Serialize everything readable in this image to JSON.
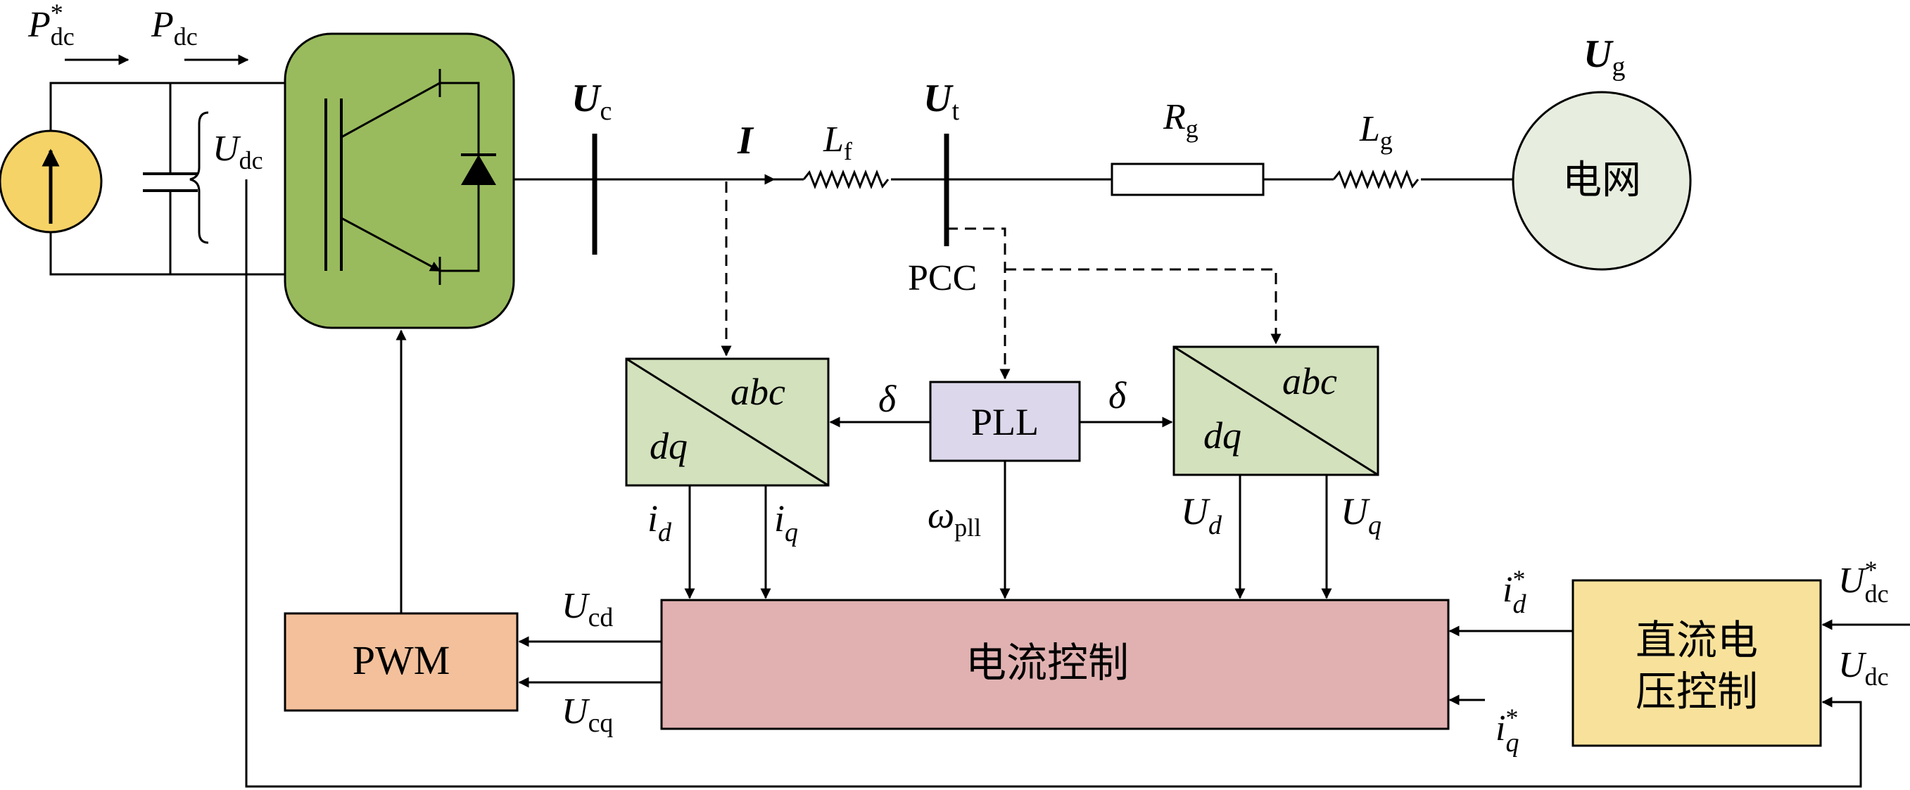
{
  "colors": {
    "source_fill": "#f6d366",
    "converter_fill": "#99bb5d",
    "grid_fill": "#e8eedf",
    "transform_fill": "#d3e1bd",
    "pll_fill": "#dcd7ea",
    "pwm_fill": "#f3c09b",
    "current_ctrl_fill": "#e1b1b1",
    "dc_ctrl_fill": "#f8e29b"
  },
  "icons": {
    "current_source": "current-source-icon",
    "capacitor": "capacitor-icon",
    "igbt_diode": "igbt-diode-icon",
    "inductor": "inductor-icon",
    "resistor": "resistor-icon"
  },
  "labels": {
    "pdc_ref": {
      "main": "P",
      "sub": "dc",
      "sup": "*"
    },
    "pdc": {
      "main": "P",
      "sub": "dc"
    },
    "udc_cap": {
      "main": "U",
      "sub": "dc"
    },
    "uc": {
      "main": "U",
      "sub": "c"
    },
    "current_i": "I",
    "lf": {
      "main": "L",
      "sub": "f"
    },
    "ut": {
      "main": "U",
      "sub": "t"
    },
    "rg": {
      "main": "R",
      "sub": "g"
    },
    "lg": {
      "main": "L",
      "sub": "g"
    },
    "ug": {
      "main": "U",
      "sub": "g"
    },
    "pcc": "PCC",
    "delta_left": "δ",
    "delta_right": "δ",
    "id_meas": {
      "main": "i",
      "sub": "d"
    },
    "iq_meas": {
      "main": "i",
      "sub": "q"
    },
    "omega_pll": {
      "main": "ω",
      "sub": "pll"
    },
    "ud_meas": {
      "main": "U",
      "sub": "d"
    },
    "uq_meas": {
      "main": "U",
      "sub": "q"
    },
    "ucd": {
      "main": "U",
      "sub": "cd"
    },
    "ucq": {
      "main": "U",
      "sub": "cq"
    },
    "id_ref": {
      "main": "i",
      "sub": "d",
      "sup": "*"
    },
    "iq_ref": {
      "main": "i",
      "sub": "q",
      "sup": "*"
    },
    "udc_ref_in": {
      "main": "U",
      "sub": "dc",
      "sup": "*"
    },
    "udc_in": {
      "main": "U",
      "sub": "dc"
    }
  },
  "blocks": {
    "grid": "电网",
    "pll": "PLL",
    "pwm": "PWM",
    "current_control": "电流控制",
    "dc_voltage_control": [
      "直流电",
      "压控制"
    ],
    "transform_left": {
      "top": "abc",
      "bottom": "dq"
    },
    "transform_right": {
      "top": "abc",
      "bottom": "dq"
    }
  }
}
